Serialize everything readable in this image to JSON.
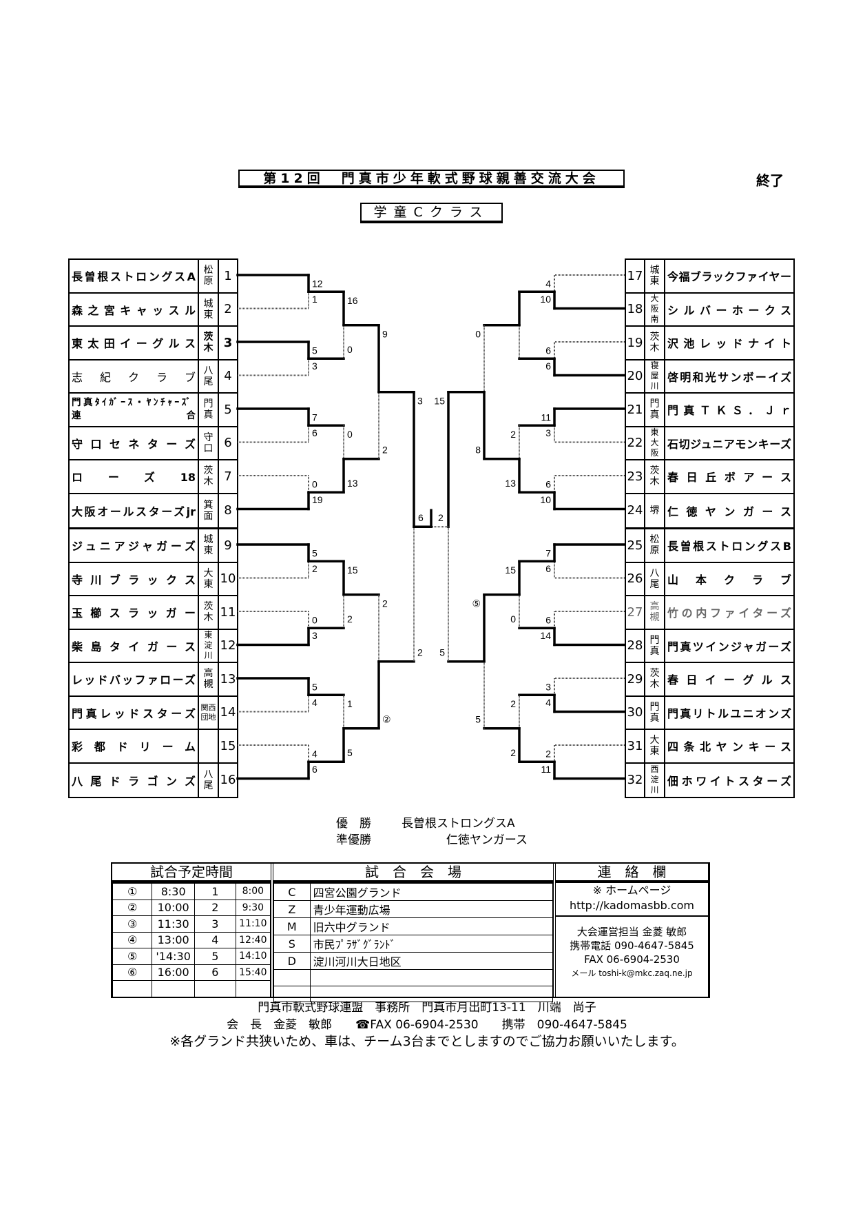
{
  "header": {
    "title": "第12回　門真市少年軟式野球親善交流大会",
    "status": "終了",
    "class_name": "学童Cクラス"
  },
  "teams": [
    {
      "no": "1",
      "name": "長曽根ストロングスA",
      "region": "松原"
    },
    {
      "no": "2",
      "name": "森之宮キャッスル",
      "region": "城東"
    },
    {
      "no": "3",
      "name": "東太田イーグルス",
      "region": "茨木",
      "region_bold": true
    },
    {
      "no": "4",
      "name": "志紀クラブ",
      "region": "八尾",
      "style": "light"
    },
    {
      "no": "5",
      "name": "門真ﾀｲｶﾞｰｽ・ﾔﾝﾁｬｰｽﾞ\n連合",
      "region": "門真",
      "style": "small"
    },
    {
      "no": "6",
      "name": "守口セネターズ",
      "region": "守口"
    },
    {
      "no": "7",
      "name": "ローズ18",
      "region": "茨木"
    },
    {
      "no": "8",
      "name": "大阪オールスターズjr",
      "region": "箕面"
    },
    {
      "no": "9",
      "name": "ジュニアジャガーズ",
      "region": "城東"
    },
    {
      "no": "10",
      "name": "寺川ブラックス",
      "region": "大東"
    },
    {
      "no": "11",
      "name": "玉櫛スラッガー",
      "region": "茨木"
    },
    {
      "no": "12",
      "name": "柴島タイガース",
      "region": "東淀川"
    },
    {
      "no": "13",
      "name": "レッドバッファローズ",
      "region": "高槻"
    },
    {
      "no": "14",
      "name": "門真レッドスターズ",
      "region": "関西団地"
    },
    {
      "no": "15",
      "name": "彩都ドリーム",
      "region": ""
    },
    {
      "no": "16",
      "name": "八尾ドラゴンズ",
      "region": "八尾"
    },
    {
      "no": "17",
      "name": "今福ブラックファイヤー",
      "region": "城東"
    },
    {
      "no": "18",
      "name": "シルバーホークス",
      "region": "大阪南"
    },
    {
      "no": "19",
      "name": "沢池レッドナイト",
      "region": "茨木"
    },
    {
      "no": "20",
      "name": "啓明和光サンボーイズ",
      "region": "寝屋川"
    },
    {
      "no": "21",
      "name": "門真ＴＫＳ．Ｊｒ",
      "region": "門真"
    },
    {
      "no": "22",
      "name": "石切ジュニアモンキーズ",
      "region": "東大阪"
    },
    {
      "no": "23",
      "name": "春日丘ボアース",
      "region": "茨木"
    },
    {
      "no": "24",
      "name": "仁徳ヤンガース",
      "region": "堺"
    },
    {
      "no": "25",
      "name": "長曽根ストロングスB",
      "region": "松原"
    },
    {
      "no": "26",
      "name": "山本クラブ",
      "region": "八尾"
    },
    {
      "no": "27",
      "name": "竹の内ファイターズ",
      "region": "高槻",
      "style": "gray"
    },
    {
      "no": "28",
      "name": "門真ツインジャガーズ",
      "region": "門真"
    },
    {
      "no": "29",
      "name": "春日イーグルス",
      "region": "茨木"
    },
    {
      "no": "30",
      "name": "門真リトルユニオンズ",
      "region": "門真"
    },
    {
      "no": "31",
      "name": "四条北ヤンキース",
      "region": "大東"
    },
    {
      "no": "32",
      "name": "佃ホワイトスターズ",
      "region": "西淀川"
    }
  ],
  "bracket": {
    "left": [
      [
        [
          "12",
          "1",
          "top"
        ],
        [
          "5",
          "3",
          "top"
        ],
        [
          "7",
          "6",
          "top"
        ],
        [
          "0",
          "19",
          "bottom"
        ],
        [
          "5",
          "2",
          "top"
        ],
        [
          "0",
          "3",
          "bottom"
        ],
        [
          "5",
          "4",
          "top"
        ],
        [
          "4",
          "6",
          "bottom"
        ]
      ],
      [
        [
          "16",
          "0",
          "top"
        ],
        [
          "0",
          "13",
          "bottom"
        ],
        [
          "15",
          "2",
          "top"
        ],
        [
          "1",
          "5",
          "bottom"
        ]
      ],
      [
        [
          "9",
          "2",
          "top"
        ],
        [
          "2",
          "②",
          "bottom"
        ]
      ],
      [
        [
          "3",
          "2",
          "top"
        ]
      ]
    ],
    "right": [
      [
        [
          "4",
          "10",
          "bottom"
        ],
        [
          "6",
          "6",
          "bottom"
        ],
        [
          "11",
          "3",
          "top"
        ],
        [
          "6",
          "10",
          "bottom"
        ],
        [
          "7",
          "6",
          "top"
        ],
        [
          "6",
          "14",
          "bottom"
        ],
        [
          "3",
          "4",
          "bottom"
        ],
        [
          "2",
          "11",
          "bottom"
        ]
      ],
      [
        [
          "",
          "",
          "top"
        ],
        [
          "2",
          "13",
          "bottom"
        ],
        [
          "15",
          "0",
          "top"
        ],
        [
          "2",
          "2",
          "bottom"
        ]
      ],
      [
        [
          "0",
          "8",
          "bottom"
        ],
        [
          "⑤",
          "5",
          "top"
        ]
      ],
      [
        [
          "15",
          "5",
          "top"
        ]
      ]
    ],
    "final": {
      "left_score": "6",
      "right_score": "2",
      "winner": "left"
    }
  },
  "results": {
    "champion_label": "優　勝",
    "champion": "長曽根ストロングスA",
    "runner_up_label": "準優勝",
    "runner_up": "仁徳ヤンガース"
  },
  "schedule": {
    "times_header": "試合予定時間",
    "times": [
      [
        "①",
        "8:30",
        "1",
        "8:00"
      ],
      [
        "②",
        "10:00",
        "2",
        "9:30"
      ],
      [
        "③",
        "11:30",
        "3",
        "11:10"
      ],
      [
        "④",
        "13:00",
        "4",
        "12:40"
      ],
      [
        "⑤",
        "'14:30",
        "5",
        "14:10"
      ],
      [
        "⑥",
        "16:00",
        "6",
        "15:40"
      ],
      [
        "",
        "",
        "",
        ""
      ]
    ],
    "venues_header": "試　合　会　場",
    "venues": [
      [
        "C",
        "四宮公園グランド"
      ],
      [
        "Z",
        "青少年運動広場"
      ],
      [
        "M",
        "旧六中グランド"
      ],
      [
        "S",
        "市民ﾌﾟﾗｻﾞｸﾞﾗﾝﾄﾞ"
      ],
      [
        "D",
        "淀川河川大日地区"
      ],
      [
        "",
        ""
      ],
      [
        "",
        ""
      ]
    ],
    "contact_header": "連　絡　欄",
    "homepage_label": "※ ホームページ",
    "homepage_url": "http://kadomasbb.com",
    "contact_lines": [
      "大会運営担当 金菱 敏郎",
      "携帯電話 090-4647-5845",
      "FAX 06-6904-2530",
      "メール toshi-k@mkc.zaq.ne.jp"
    ]
  },
  "footer": {
    "line1": "門真市軟式野球連盟　事務所　門真市月出町13-11　川端　尚子",
    "line2": "会　長　金菱　敏郎　　☎FAX 06-6904-2530　　携帯　090-4647-5845",
    "line3": "※各グランド共狭いため、車は、チーム3台までとしますのでご協力お願いいたします。"
  }
}
